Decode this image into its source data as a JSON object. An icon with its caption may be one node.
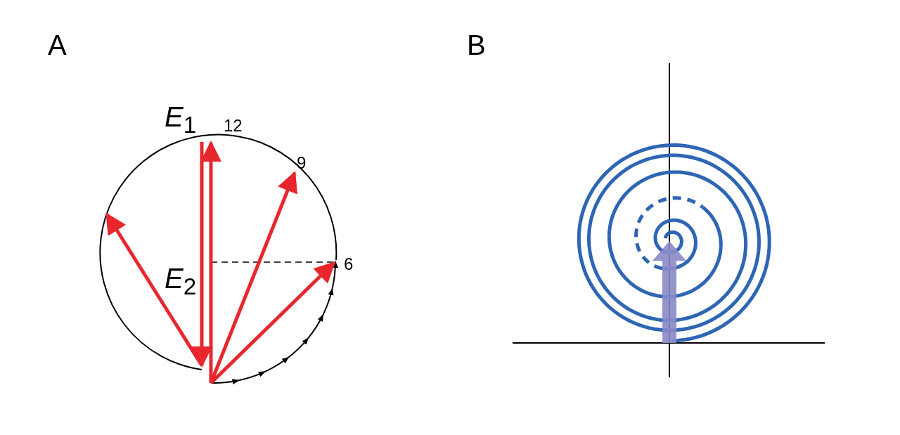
{
  "diagram": {
    "labels": [
      "A",
      "B",
      "*E*$_{1}$",
      "12",
      "9",
      "*E*$_{2}$",
      "6"
    ]
  }
}
